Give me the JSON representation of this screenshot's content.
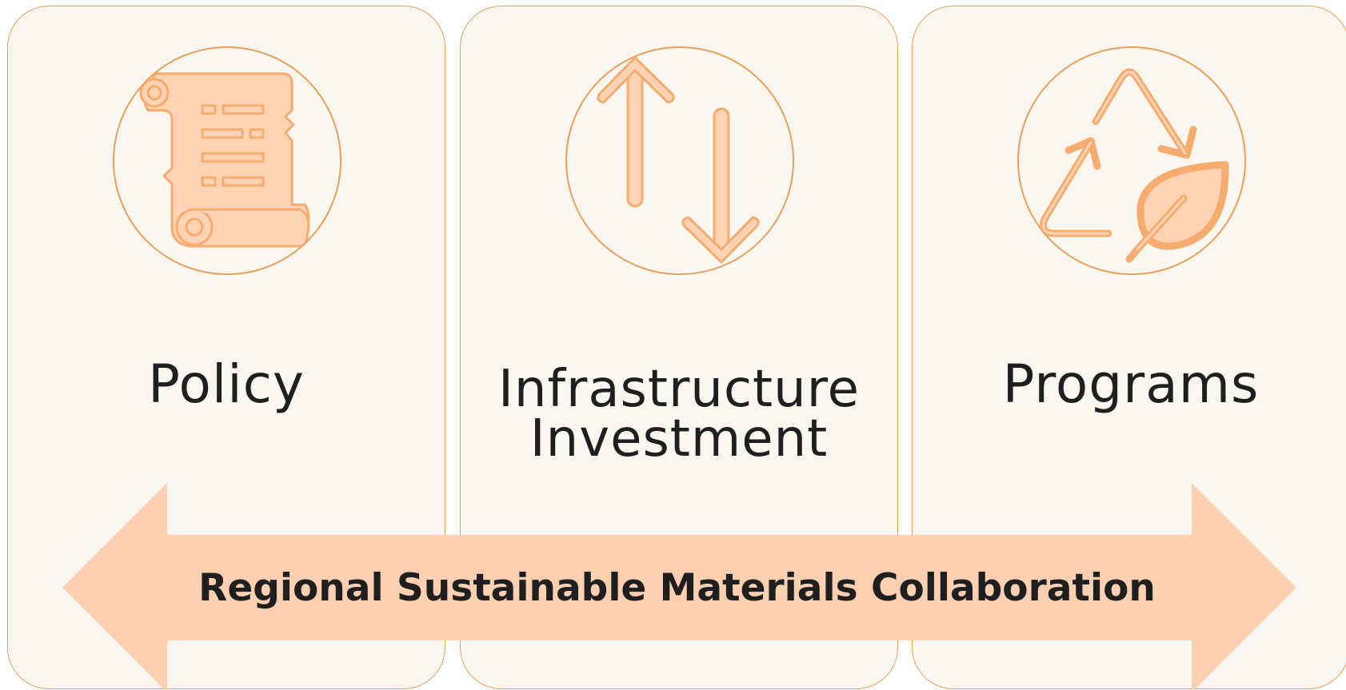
{
  "colors": {
    "card_background": "#faf6f0",
    "card_border": "#e8a15c",
    "icon_fill": "#fdd3b4",
    "icon_stroke": "#f6ac6e",
    "arrow_fill": "#fdd0b1",
    "text": "#1f1f1f"
  },
  "cards": [
    {
      "icon": "scroll-document-icon",
      "label_lines": [
        "Policy"
      ]
    },
    {
      "icon": "up-down-arrows-icon",
      "label_lines": [
        "Infrastructure",
        "Investment"
      ]
    },
    {
      "icon": "recycle-leaf-icon",
      "label_lines": [
        "Programs"
      ]
    }
  ],
  "banner": {
    "shape": "double-headed-arrow",
    "text": "Regional Sustainable Materials Collaboration"
  }
}
